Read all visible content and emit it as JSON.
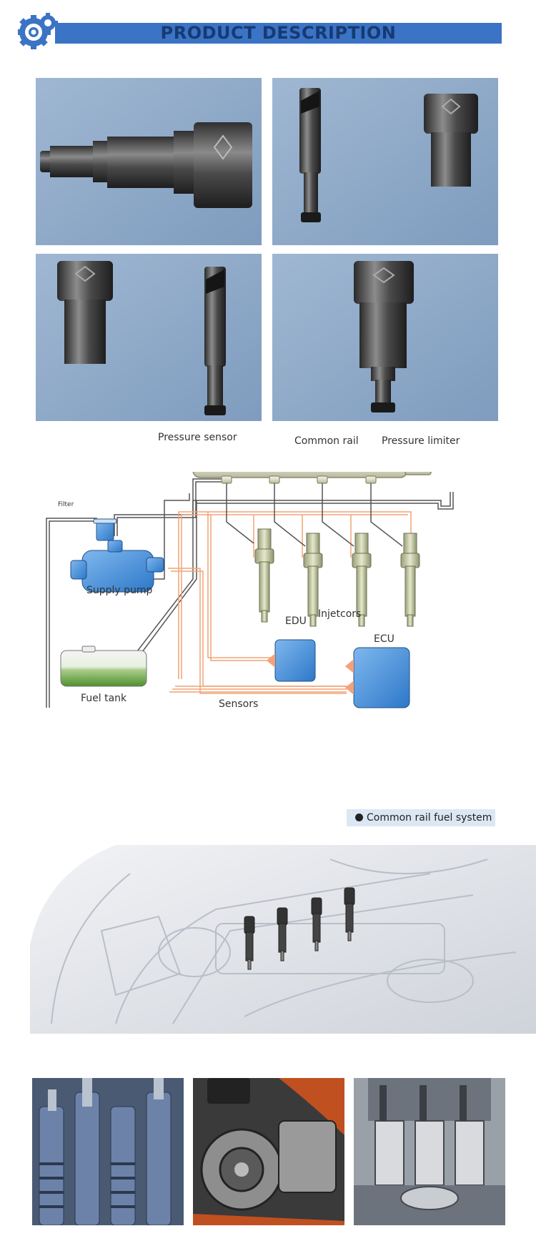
{
  "header": {
    "title": "PRODUCT DESCRIPTION",
    "logo_icon": "gear-cluster-icon",
    "accent_color": "#3b73c5"
  },
  "diagram": {
    "labels": {
      "pressure_sensor": "Pressure sensor",
      "common_rail": "Common rail",
      "pressure_limiter": "Pressure limiter",
      "filter": "Filter",
      "supply_pump": "Supply pump",
      "injectors": "Injetcors",
      "edu": "EDU",
      "ecu": "ECU",
      "fuel_tank": "Fuel tank",
      "sensors": "Sensors"
    },
    "caption": "Common rail fuel system"
  }
}
